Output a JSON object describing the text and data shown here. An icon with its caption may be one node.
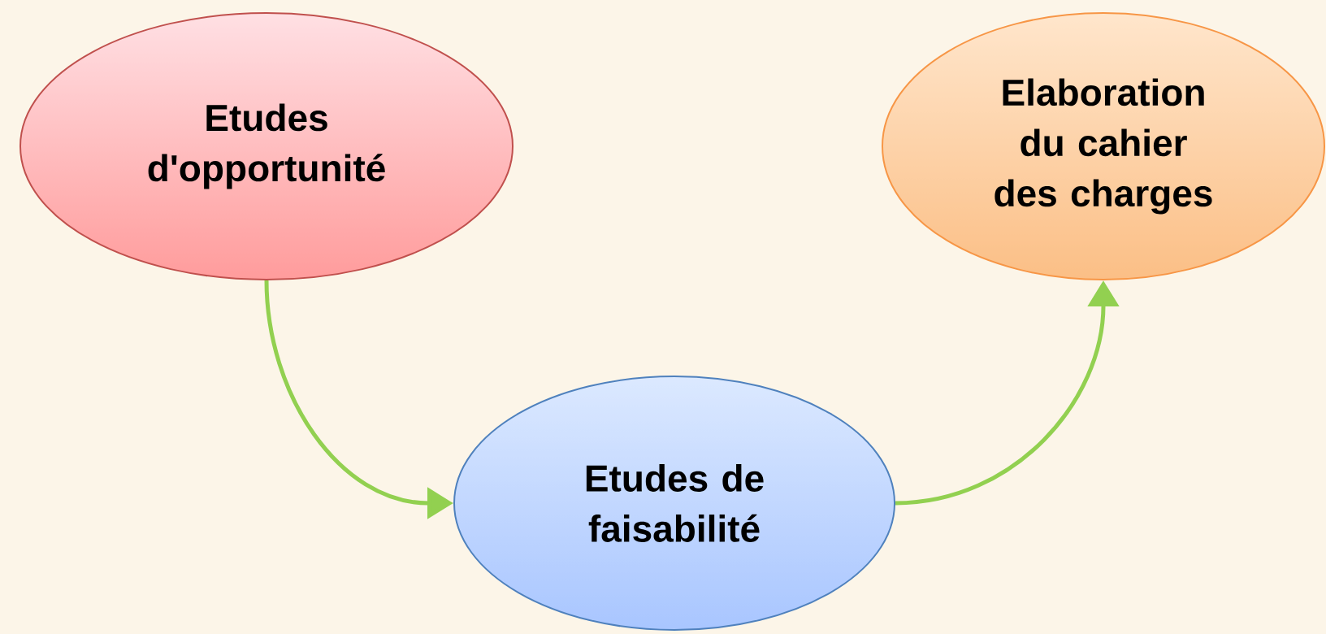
{
  "diagram": {
    "nodes": [
      {
        "text": [
          "Etudes d'opportunité"
        ]
      },
      {
        "text": [
          "Etudes de faisabilité"
        ]
      },
      {
        "text": [
          "Elaboration du cahier des charges"
        ]
      }
    ],
    "edges": [
      {
        "from": 0,
        "to": 1,
        "arrow": "to"
      },
      {
        "from": 1,
        "to": 2,
        "arrow": "to"
      }
    ]
  }
}
